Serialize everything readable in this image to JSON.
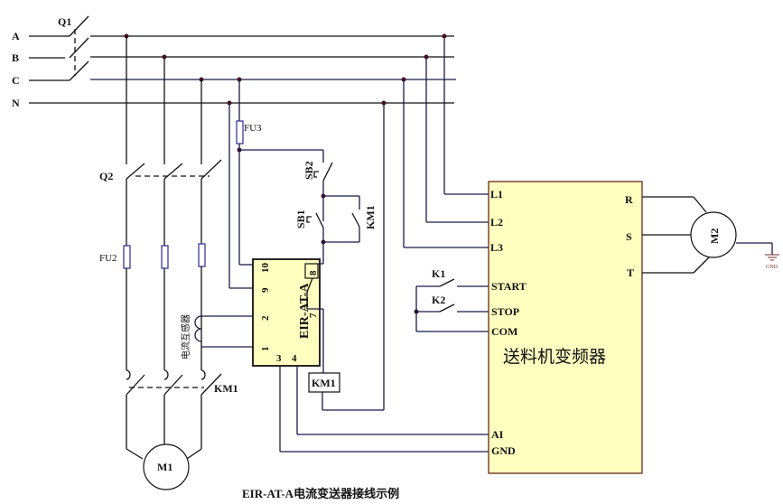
{
  "title": "EIR-AT-A电流变送器接线示例",
  "phases": [
    "A",
    "B",
    "C",
    "N"
  ],
  "breakers": {
    "q1": "Q1",
    "q2": "Q2"
  },
  "fuses": {
    "fu2": "FU2",
    "fu3": "FU3"
  },
  "contactor": {
    "main": "KM1",
    "aux": "KM1",
    "coil": "KM1"
  },
  "buttons": {
    "stop": "SB2",
    "start": "SB1"
  },
  "motors": {
    "m1": "M1",
    "m2": "M2"
  },
  "ct_label": "电流互感器",
  "transmitter": {
    "name": "EIR-AT-A",
    "terminals": [
      "10",
      "9",
      "2",
      "1",
      "3",
      "4",
      "8",
      "7"
    ]
  },
  "inverter": {
    "name": "送料机变频器",
    "inputs": [
      "L1",
      "L2",
      "L3"
    ],
    "outputs": [
      "R",
      "S",
      "T"
    ],
    "controls": [
      "START",
      "STOP",
      "COM"
    ],
    "analog": [
      "AI",
      "GND"
    ]
  },
  "relays": {
    "k1": "K1",
    "k2": "K2"
  },
  "ground_label": "GND",
  "colors": {
    "box_fill": "#ffffc0",
    "wire": "#1a1a4a",
    "box_border": "#6a2a1a"
  }
}
